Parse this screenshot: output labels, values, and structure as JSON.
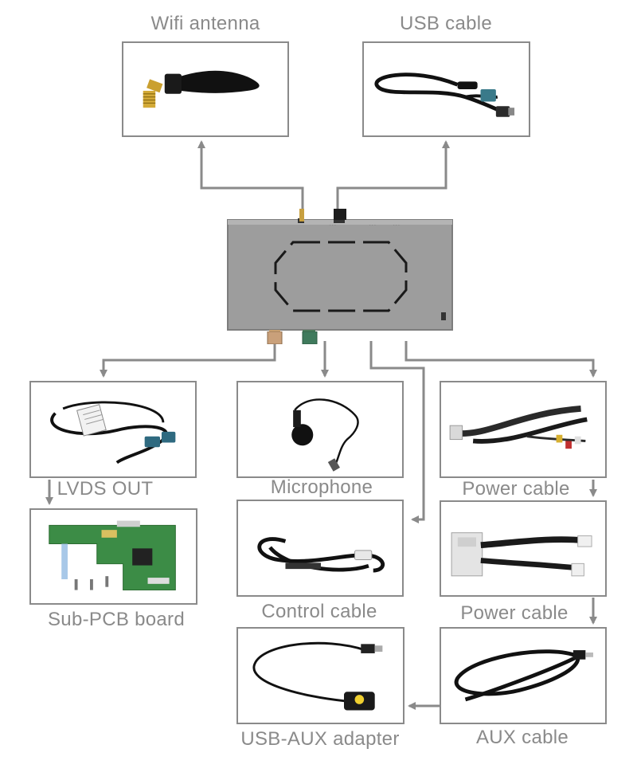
{
  "diagram": {
    "components": [
      {
        "id": "wifi",
        "label": "Wifi antenna",
        "icon": "wifi-antenna-icon"
      },
      {
        "id": "usb",
        "label": "USB cable",
        "icon": "usb-cable-icon"
      },
      {
        "id": "lvds",
        "label": "LVDS OUT",
        "icon": "lvds-cable-icon"
      },
      {
        "id": "mic",
        "label": "Microphone",
        "icon": "microphone-icon"
      },
      {
        "id": "power1",
        "label": "Power cable",
        "icon": "power-harness-icon"
      },
      {
        "id": "subpcb",
        "label": "Sub-PCB board",
        "icon": "pcb-board-icon"
      },
      {
        "id": "control",
        "label": "Control cable",
        "icon": "control-cable-icon"
      },
      {
        "id": "power2",
        "label": "Power cable",
        "icon": "power-harness-icon"
      },
      {
        "id": "usbaux",
        "label": "USB-AUX adapter",
        "icon": "usb-aux-adapter-icon"
      },
      {
        "id": "aux",
        "label": "AUX cable",
        "icon": "aux-cable-icon"
      }
    ],
    "connections": [
      {
        "from": "unit",
        "to": "wifi"
      },
      {
        "from": "unit",
        "to": "usb"
      },
      {
        "from": "unit",
        "to": "lvds"
      },
      {
        "from": "unit",
        "to": "mic"
      },
      {
        "from": "unit",
        "to": "control"
      },
      {
        "from": "unit",
        "to": "power1"
      },
      {
        "from": "lvds",
        "to": "subpcb"
      },
      {
        "from": "power1",
        "to": "power2"
      },
      {
        "from": "power2",
        "to": "aux"
      },
      {
        "from": "aux",
        "to": "usbaux"
      }
    ],
    "colors": {
      "line": "#8a8a8a",
      "unit_body": "#9b9b9b",
      "text": "#8a8a8a"
    }
  }
}
